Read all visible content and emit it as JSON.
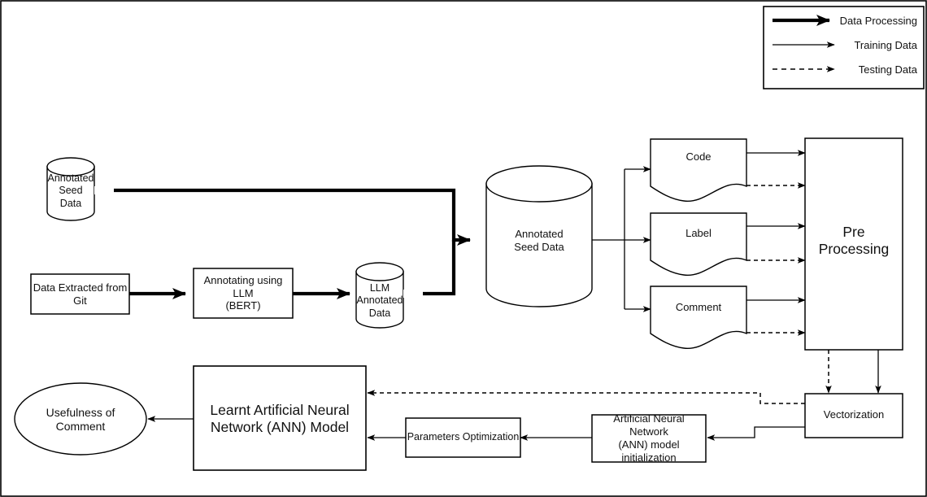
{
  "diagram": {
    "title": "Comment Usefulness ANN Pipeline Flowchart",
    "stroke_color": "#000000",
    "thick_stroke_color": "#000000",
    "background": "#ffffff",
    "border_color": "#000000"
  },
  "legend": {
    "items": [
      {
        "label": "Data Processing",
        "style": "thick-solid"
      },
      {
        "label": "Training Data",
        "style": "thin-solid"
      },
      {
        "label": "Testing Data",
        "style": "dashed"
      }
    ]
  },
  "nodes": {
    "annotated_seed_data_small": {
      "label": "Annotated\nSeed Data",
      "shape": "cylinder"
    },
    "data_extracted_git": {
      "label": "Data Extracted from\nGit",
      "shape": "rect"
    },
    "annotating_llm": {
      "label": "Annotating using\nLLM\n(BERT)",
      "shape": "rect"
    },
    "llm_annotated_data": {
      "label": "LLM\nAnnotated\nData",
      "shape": "cylinder"
    },
    "annotated_seed_data_big": {
      "label": "Annotated\nSeed Data",
      "shape": "cylinder"
    },
    "code_doc": {
      "label": "Code",
      "shape": "document"
    },
    "label_doc": {
      "label": "Label",
      "shape": "document"
    },
    "comment_doc": {
      "label": "Comment",
      "shape": "document"
    },
    "pre_processing": {
      "label": "Pre\nProcessing",
      "shape": "rect"
    },
    "vectorization": {
      "label": "Vectorization",
      "shape": "rect"
    },
    "ann_model_init": {
      "label": "Artificial Neural Network\n(ANN) model\ninitialization",
      "shape": "rect"
    },
    "parameters_optimization": {
      "label": "Parameters Optimization",
      "shape": "rect"
    },
    "learnt_ann_model": {
      "label": "Learnt Artificial Neural\nNetwork (ANN) Model",
      "shape": "rect"
    },
    "usefulness_of_comment": {
      "label": "Usefulness of\nComment",
      "shape": "ellipse"
    }
  },
  "edges": [
    {
      "from": "annotated_seed_data_small",
      "to": "annotated_seed_data_big",
      "style": "thick-solid"
    },
    {
      "from": "data_extracted_git",
      "to": "annotating_llm",
      "style": "thick-solid"
    },
    {
      "from": "annotating_llm",
      "to": "llm_annotated_data",
      "style": "thick-solid"
    },
    {
      "from": "llm_annotated_data",
      "to": "annotated_seed_data_big",
      "style": "thick-solid"
    },
    {
      "from": "annotated_seed_data_big",
      "to": "code_doc",
      "style": "thin-solid"
    },
    {
      "from": "annotated_seed_data_big",
      "to": "label_doc",
      "style": "thin-solid"
    },
    {
      "from": "annotated_seed_data_big",
      "to": "comment_doc",
      "style": "thin-solid"
    },
    {
      "from": "code_doc",
      "to": "pre_processing",
      "style": "thin-solid"
    },
    {
      "from": "code_doc",
      "to": "pre_processing",
      "style": "dashed"
    },
    {
      "from": "label_doc",
      "to": "pre_processing",
      "style": "thin-solid"
    },
    {
      "from": "label_doc",
      "to": "pre_processing",
      "style": "dashed"
    },
    {
      "from": "comment_doc",
      "to": "pre_processing",
      "style": "thin-solid"
    },
    {
      "from": "comment_doc",
      "to": "pre_processing",
      "style": "dashed"
    },
    {
      "from": "pre_processing",
      "to": "vectorization",
      "style": "thin-solid"
    },
    {
      "from": "pre_processing",
      "to": "vectorization",
      "style": "dashed"
    },
    {
      "from": "vectorization",
      "to": "ann_model_init",
      "style": "thin-solid"
    },
    {
      "from": "vectorization",
      "to": "learnt_ann_model",
      "style": "dashed"
    },
    {
      "from": "ann_model_init",
      "to": "parameters_optimization",
      "style": "thin-solid"
    },
    {
      "from": "parameters_optimization",
      "to": "learnt_ann_model",
      "style": "thin-solid"
    },
    {
      "from": "learnt_ann_model",
      "to": "usefulness_of_comment",
      "style": "thin-solid"
    }
  ]
}
